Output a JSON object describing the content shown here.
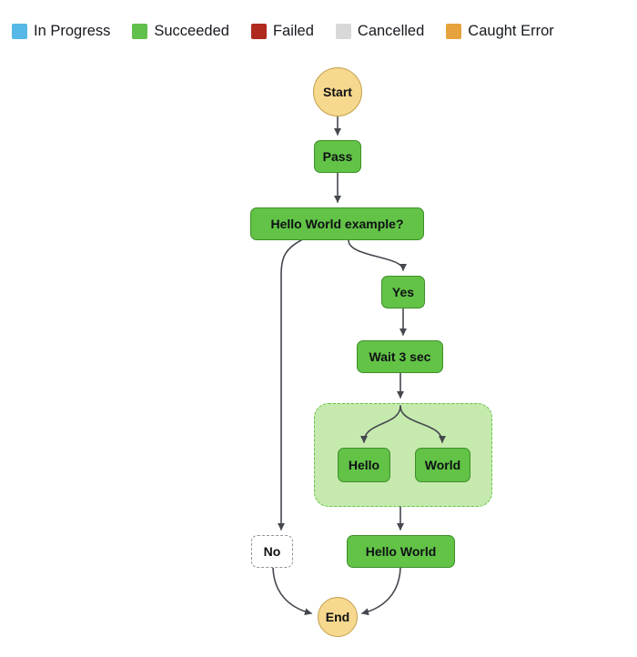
{
  "legend": {
    "items": [
      {
        "label": "In Progress",
        "color": "#56b8e6"
      },
      {
        "label": "Succeeded",
        "color": "#60c04b"
      },
      {
        "label": "Failed",
        "color": "#b02a1e"
      },
      {
        "label": "Cancelled",
        "color": "#d8d8d8"
      },
      {
        "label": "Caught Error",
        "color": "#e6a23c"
      }
    ]
  },
  "colors": {
    "succeeded_fill": "#62c347",
    "succeeded_border": "#3e8e28",
    "terminal_fill": "#f6d88e",
    "terminal_border": "#c3a04c",
    "container_fill": "#c6eaae",
    "container_border": "#62c347",
    "skipped_fill": "#ffffff",
    "skipped_border": "#8d939e",
    "edge": "#45484f",
    "label": "#0f1114",
    "legend_text": "#16191f",
    "background": "#ffffff"
  },
  "graph": {
    "nodes": {
      "start": {
        "label": "Start",
        "status": "terminal"
      },
      "pass": {
        "label": "Pass",
        "status": "succeeded"
      },
      "choice": {
        "label": "Hello World example?",
        "status": "succeeded"
      },
      "yes": {
        "label": "Yes",
        "status": "succeeded"
      },
      "no": {
        "label": "No",
        "status": "not-executed"
      },
      "wait": {
        "label": "Wait 3 sec",
        "status": "succeeded"
      },
      "parallel_hello": {
        "label": "Hello",
        "status": "succeeded"
      },
      "parallel_world": {
        "label": "World",
        "status": "succeeded"
      },
      "hello_world": {
        "label": "Hello World",
        "status": "succeeded"
      },
      "end": {
        "label": "End",
        "status": "terminal"
      }
    }
  }
}
